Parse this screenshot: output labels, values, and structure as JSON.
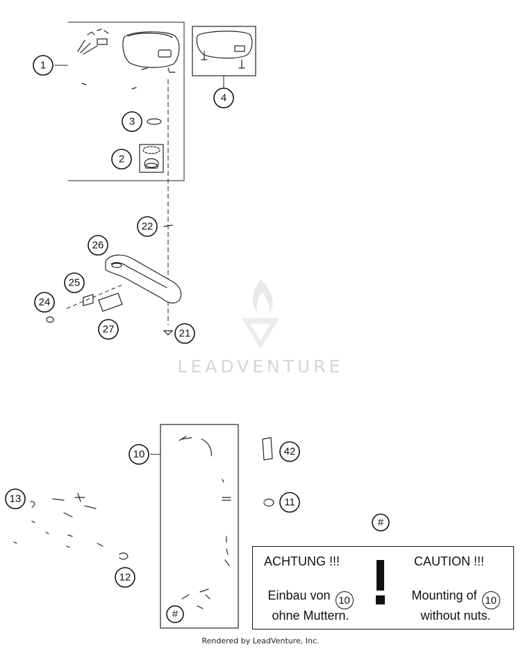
{
  "callouts": [
    "1",
    "2",
    "3",
    "4",
    "10",
    "11",
    "12",
    "13",
    "21",
    "22",
    "24",
    "25",
    "26",
    "27",
    "42",
    "#"
  ],
  "watermark": {
    "text": "LEADVENTURE"
  },
  "note": {
    "title_de": "ACHTUNG !!!",
    "title_en": "CAUTION !!!",
    "de_line1": "Einbau von",
    "de_ref": "10",
    "de_line2": "ohne Muttern.",
    "en_line1": "Mounting of",
    "en_ref": "10",
    "en_line2": "without nuts."
  },
  "footer": "Rendered by LeadVenture, Inc."
}
